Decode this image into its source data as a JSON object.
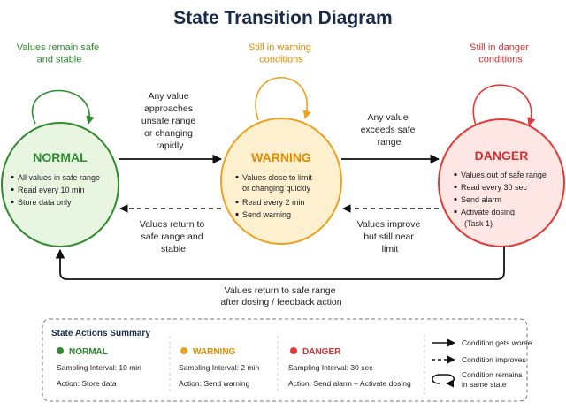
{
  "title": "State Transition Diagram",
  "colors": {
    "normal": "#2e8b2e",
    "normal_fill": "#e8f5e1",
    "warning": "#f0a020",
    "warning_fill": "#fdf0cf",
    "warning_text": "#e08a00",
    "danger": "#e53935",
    "danger_fill": "#fde6e4",
    "danger_text": "#d32f2f",
    "title": "#1a2b4a",
    "ink": "#111111"
  },
  "states": {
    "normal": {
      "name": "NORMAL",
      "self_loop_label": [
        "Values remain safe",
        "and stable"
      ],
      "items": [
        "All values in safe range",
        "Read every 10 min",
        "Store data only"
      ]
    },
    "warning": {
      "name": "WARNING",
      "self_loop_label": [
        "Still in warning",
        "conditions"
      ],
      "items": [
        "Values close to limit",
        "or changing quickly",
        "Read every 2 min",
        "Send warning"
      ]
    },
    "danger": {
      "name": "DANGER",
      "self_loop_label": [
        "Still in danger",
        "conditions"
      ],
      "items": [
        "Values out of safe range",
        "Read every 30 sec",
        "Send alarm",
        "Activate dosing",
        "(Task 1)"
      ]
    }
  },
  "transitions": {
    "normal_to_warning": [
      "Any value",
      "approaches",
      "unsafe range",
      "or changing",
      "rapidly"
    ],
    "warning_to_danger": [
      "Any value",
      "exceeds safe",
      "range"
    ],
    "warning_to_normal": [
      "Values return to",
      "safe range and",
      "stable"
    ],
    "danger_to_warning": [
      "Values improve",
      "but still near",
      "limit"
    ],
    "danger_to_normal": [
      "Values return to safe range",
      "after dosing / feedback action"
    ]
  },
  "summary": {
    "title": "State Actions Summary",
    "columns": [
      {
        "state": "NORMAL",
        "interval": "Sampling Interval: 10 min",
        "action": "Action: Store data"
      },
      {
        "state": "WARNING",
        "interval": "Sampling Interval: 2 min",
        "action": "Action: Send warning"
      },
      {
        "state": "DANGER",
        "interval": "Sampling Interval: 30 sec",
        "action": "Action: Send alarm + Activate dosing"
      }
    ],
    "legend": {
      "worse": "Condition gets worse",
      "improves": "Condition improves",
      "remains": [
        "Condition remains",
        "in same state"
      ]
    }
  }
}
